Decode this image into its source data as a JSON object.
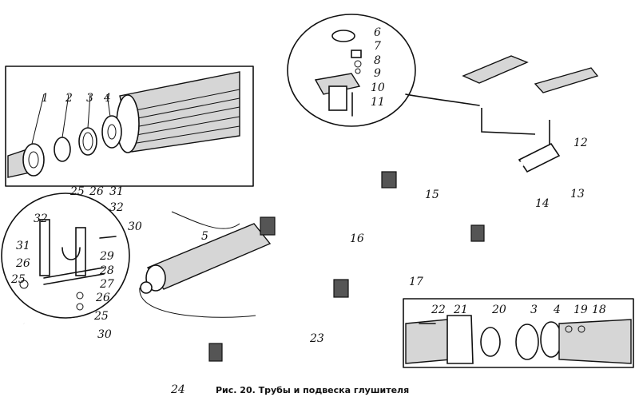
{
  "caption": "Рис. 20. Трубы и подвеска глушителя",
  "part_labels": [
    "1",
    "2",
    "3",
    "4",
    "5",
    "6",
    "7",
    "8",
    "9",
    "10",
    "11",
    "12",
    "13",
    "14",
    "15",
    "16",
    "17",
    "23",
    "24",
    "25",
    "26",
    "31",
    "32",
    "30",
    "29",
    "28",
    "27",
    "26",
    "25",
    "30",
    "22",
    "21",
    "20",
    "3",
    "4",
    "19",
    "18"
  ]
}
